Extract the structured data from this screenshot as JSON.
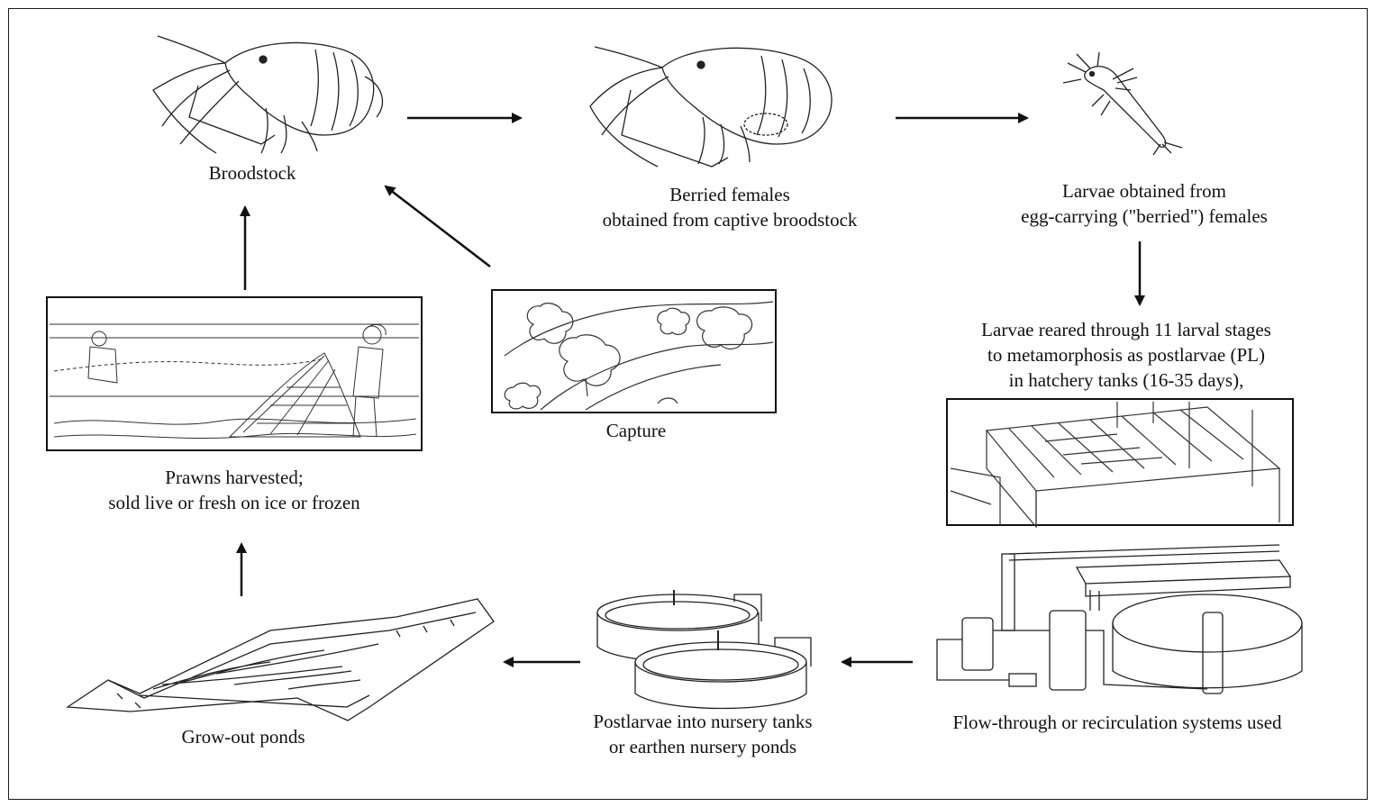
{
  "labels": {
    "broodstock": "Broodstock",
    "berried_1": "Berried females",
    "berried_2": "obtained from captive broodstock",
    "larvae_obtained_1": "Larvae obtained from",
    "larvae_obtained_2": "egg-carrying (\"berried\") females",
    "reared_1": "Larvae reared through 11 larval stages",
    "reared_2": "to metamorphosis as postlarvae (PL)",
    "reared_3": "in hatchery tanks (16-35 days),",
    "capture": "Capture",
    "harvested_1": "Prawns harvested;",
    "harvested_2": "sold live or fresh on ice or frozen",
    "flow": "Flow-through or recirculation systems used",
    "postlarvae_1": "Postlarvae into nursery tanks",
    "postlarvae_2": "or earthen nursery ponds",
    "growout": "Grow-out ponds"
  },
  "colors": {
    "ink": "#111111",
    "paper": "#ffffff",
    "frame": "#1a1a1a"
  },
  "icons": [
    "broodstock-prawn-illustration",
    "berried-female-prawn-illustration",
    "larva-illustration",
    "harvest-scene-illustration",
    "capture-river-illustration",
    "hatchery-tank-illustration",
    "recirculation-system-illustration",
    "nursery-tanks-illustration",
    "grow-out-pond-illustration"
  ]
}
